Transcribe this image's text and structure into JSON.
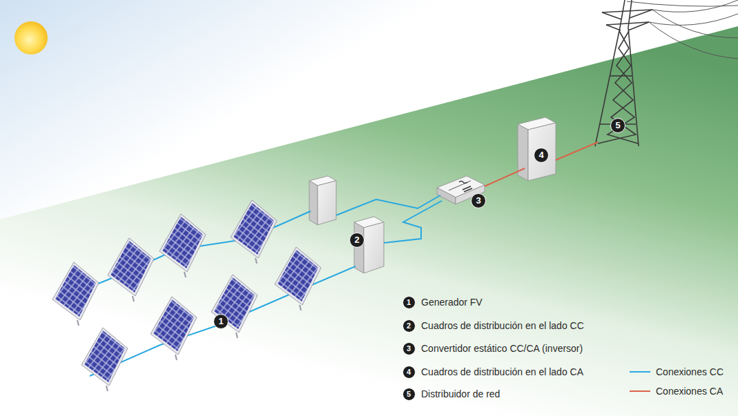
{
  "diagram": {
    "labels": [
      "1",
      "2",
      "3",
      "4",
      "5",
      "1",
      "Generador FV",
      "2",
      "Cuadros de distribución en el lado CC",
      "3",
      "Convertidor estático CC/CA (inversor)",
      "4",
      "Cuadros de distribución en el lado CA",
      "5",
      "Distribuidor de red"
    ],
    "legend": [
      {
        "text": "Conexiones CC"
      },
      {
        "text": "Conexiones CA"
      }
    ]
  }
}
